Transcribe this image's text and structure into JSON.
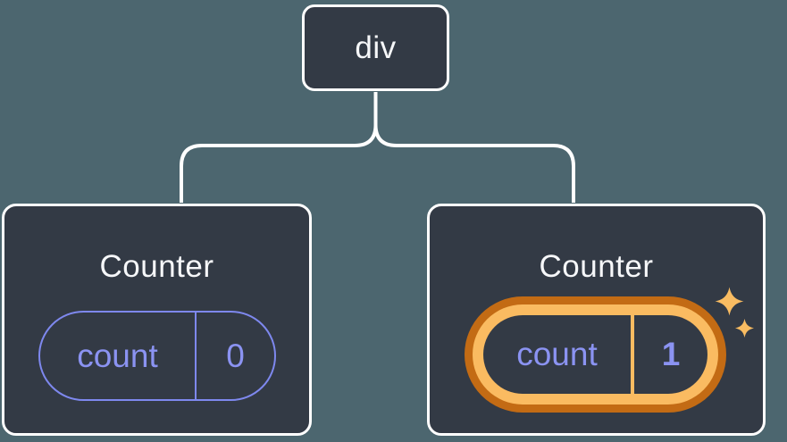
{
  "diagram": {
    "description": "React component tree diagram: a div root with two Counter children holding separate count state",
    "colors": {
      "background": "#4C666F",
      "node_background": "#333A45",
      "node_border": "#FFFFFF",
      "text": "#F6F7F9",
      "state_purple_text": "#8B93F2",
      "state_purple_border": "#7E88EE",
      "highlight_orange_dark": "#C36B14",
      "highlight_orange_light": "#FABB61",
      "sparkle": "#F9BC62"
    },
    "root": {
      "label": "div"
    },
    "children": [
      {
        "title": "Counter",
        "state_key": "count",
        "state_value": "0",
        "highlighted": false
      },
      {
        "title": "Counter",
        "state_key": "count",
        "state_value": "1",
        "highlighted": true
      }
    ]
  }
}
